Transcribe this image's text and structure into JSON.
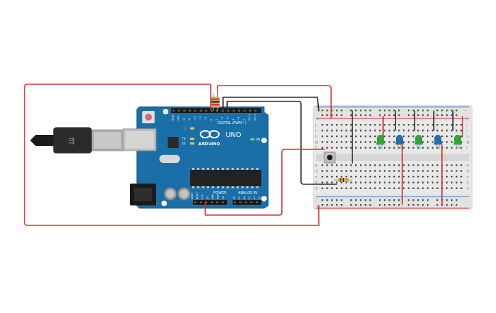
{
  "board": {
    "logo_text": "ARDUINO",
    "model_text": "UNO",
    "digital_label": "DIGITAL (PWM~)",
    "power_label": "POWER",
    "analog_label": "ANALOG IN",
    "on_label": "ON",
    "l_label": "L",
    "tx_label": "TX",
    "rx_label": "RX",
    "digital_pins": [
      "AREF",
      "GND",
      "13",
      "12",
      "~11",
      "~10",
      "~9",
      "8",
      "7",
      "~6",
      "~5",
      "4",
      "~3",
      "2",
      "TX→1",
      "RX←0"
    ],
    "power_pins": [
      "IOREF",
      "RESET",
      "3.3V",
      "5V",
      "GND",
      "GND",
      "Vin"
    ],
    "analog_pins": [
      "A0",
      "A1",
      "A2",
      "A3",
      "A4",
      "A5"
    ]
  },
  "breadboard": {
    "col_letters_top": [
      "j",
      "i",
      "h",
      "g",
      "f"
    ],
    "col_letters_bottom": [
      "e",
      "d",
      "c",
      "b",
      "a"
    ],
    "plus_label": "+",
    "minus_label": "-"
  },
  "leds": [
    {
      "color": "green",
      "hex": "#2fa82f"
    },
    {
      "color": "blue",
      "hex": "#1f6fa8"
    },
    {
      "color": "green",
      "hex": "#2fa82f"
    },
    {
      "color": "blue",
      "hex": "#1f6fa8"
    },
    {
      "color": "green",
      "hex": "#2fa82f"
    }
  ],
  "colors": {
    "board": "#1b6fa8",
    "board_dark": "#155a8c",
    "wire_red": "#d32f2f",
    "wire_black": "#2b2b2b",
    "breadboard": "#e9e9e9",
    "rail_red": "#d32f2f",
    "rail_blue": "#4a7fbf"
  }
}
